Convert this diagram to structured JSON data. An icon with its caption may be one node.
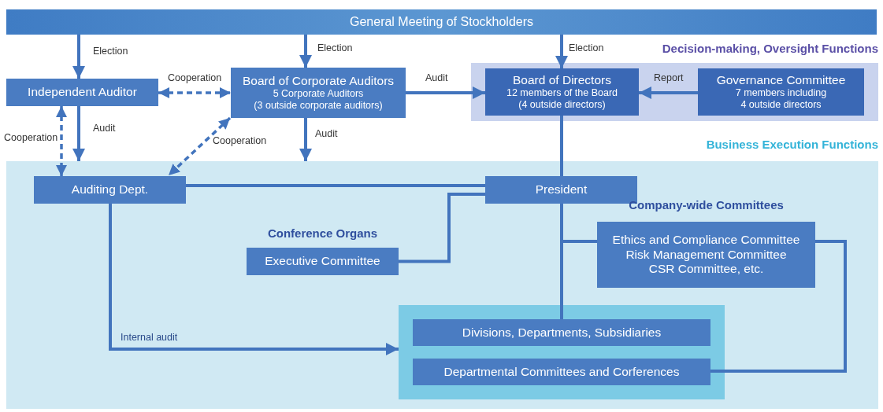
{
  "diagram": {
    "nodes": [
      {
        "text": [
          "General Meeting of Stockholders"
        ]
      },
      {
        "text": [
          "Independent Auditor"
        ]
      },
      {
        "text": [
          "Board of Corporate Auditors",
          "5 Corporate Auditors",
          "(3 outside corporate auditors)"
        ]
      },
      {
        "text": [
          "Decision-making, Oversight Functions"
        ]
      },
      {
        "text": [
          "Board of Directors",
          "12 members of the Board",
          "(4 outside directors)"
        ],
        "in": 3
      },
      {
        "text": [
          "Governance Committee",
          "7 members including 4 outside directors"
        ],
        "in": 3
      },
      {
        "text": [
          "Business Execution Functions"
        ]
      },
      {
        "text": [
          "Auditing Dept."
        ],
        "in": 6
      },
      {
        "text": [
          "President"
        ],
        "in": 6
      },
      {
        "text": [
          "Conference Organs",
          "Executive Committee"
        ],
        "in": 6
      },
      {
        "text": [
          "Company-wide Committees",
          "Ethics and Compliance Committee",
          "Risk Management Committee",
          "CSR Committee, etc."
        ],
        "in": 6
      },
      {
        "text": [],
        "shape": "box",
        "in": 6
      },
      {
        "text": [
          "Divisions, Departments, Subsidiaries"
        ],
        "in": 11
      },
      {
        "text": [
          "Departmental Committees and Corferences"
        ],
        "in": 11
      }
    ],
    "edges": [
      {
        "from": 0,
        "to": 1,
        "arrow": "to",
        "label": "Election"
      },
      {
        "from": 0,
        "to": 2,
        "arrow": "to",
        "label": "Election"
      },
      {
        "from": 0,
        "to": 4,
        "arrow": "to",
        "label": "Election"
      },
      {
        "from": 1,
        "to": 2,
        "arrow": "both",
        "label": "Cooperation",
        "style": "dashed"
      },
      {
        "from": 2,
        "to": 4,
        "arrow": "to",
        "label": "Audit"
      },
      {
        "from": 5,
        "to": 4,
        "arrow": "to",
        "label": "Report"
      },
      {
        "from": 1,
        "to": 7,
        "arrow": "both",
        "label": "Cooperation",
        "style": "dashed"
      },
      {
        "from": 1,
        "to": 6,
        "arrow": "to",
        "label": "Audit"
      },
      {
        "from": 2,
        "to": 6,
        "arrow": "to",
        "label": "Audit"
      },
      {
        "from": 2,
        "to": 7,
        "arrow": "both",
        "label": "Cooperation",
        "style": "dashed"
      },
      {
        "from": 4,
        "to": 8,
        "arrow": "none"
      },
      {
        "from": 7,
        "to": 8,
        "arrow": "none"
      },
      {
        "from": 9,
        "to": 8,
        "arrow": "none"
      },
      {
        "from": 8,
        "to": 10,
        "arrow": "none"
      },
      {
        "from": 8,
        "to": 12,
        "arrow": "none"
      },
      {
        "from": 10,
        "to": 13,
        "arrow": "none"
      },
      {
        "from": 7,
        "to": 11,
        "arrow": "to",
        "label": "Internal audit"
      }
    ]
  }
}
